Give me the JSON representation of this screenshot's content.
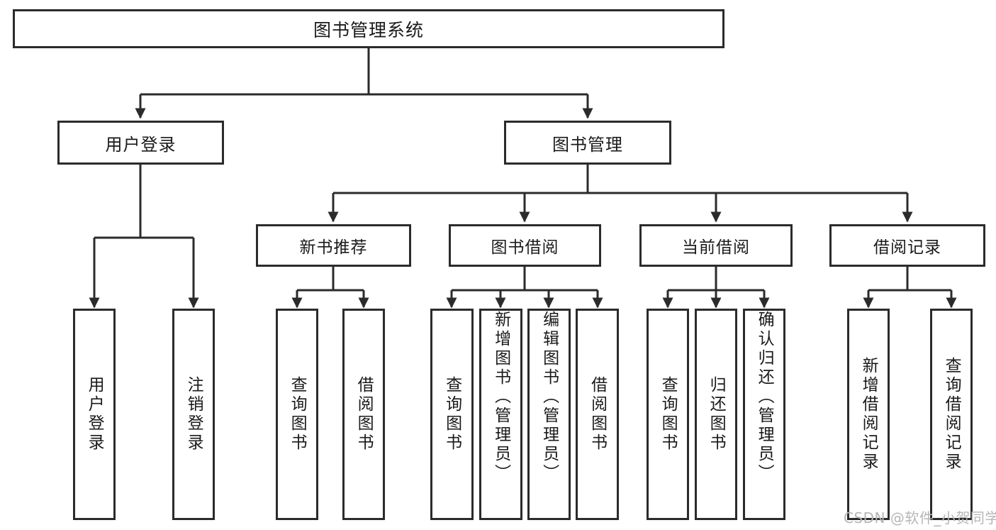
{
  "diagram": {
    "type": "tree-hierarchy-chart",
    "title": "图书管理系统",
    "line_color": "#2b2b2b",
    "box_fill": "#ffffff",
    "text_color": "#1a1a1a",
    "watermark": "CSDN @软件_小贺同学",
    "root": {
      "label": "图书管理系统"
    },
    "level2": [
      {
        "label": "用户登录"
      },
      {
        "label": "图书管理"
      }
    ],
    "level3": [
      {
        "label": "新书推荐"
      },
      {
        "label": "图书借阅"
      },
      {
        "label": "当前借阅"
      },
      {
        "label": "借阅记录"
      }
    ],
    "leaves": {
      "user_login": [
        {
          "label": "用户登录"
        },
        {
          "label": "注销登录"
        }
      ],
      "new_book_recommend": [
        {
          "label": "查询图书"
        },
        {
          "label": "借阅图书"
        }
      ],
      "book_borrow": [
        {
          "label": "查询图书"
        },
        {
          "label": "新增图书（管理员）"
        },
        {
          "label": "编辑图书（管理员）"
        },
        {
          "label": "借阅图书"
        }
      ],
      "current_borrow": [
        {
          "label": "查询图书"
        },
        {
          "label": "归还图书"
        },
        {
          "label": "确认归还（管理员）"
        }
      ],
      "borrow_records": [
        {
          "label": "新增借阅记录"
        },
        {
          "label": "查询借阅记录"
        }
      ]
    }
  }
}
